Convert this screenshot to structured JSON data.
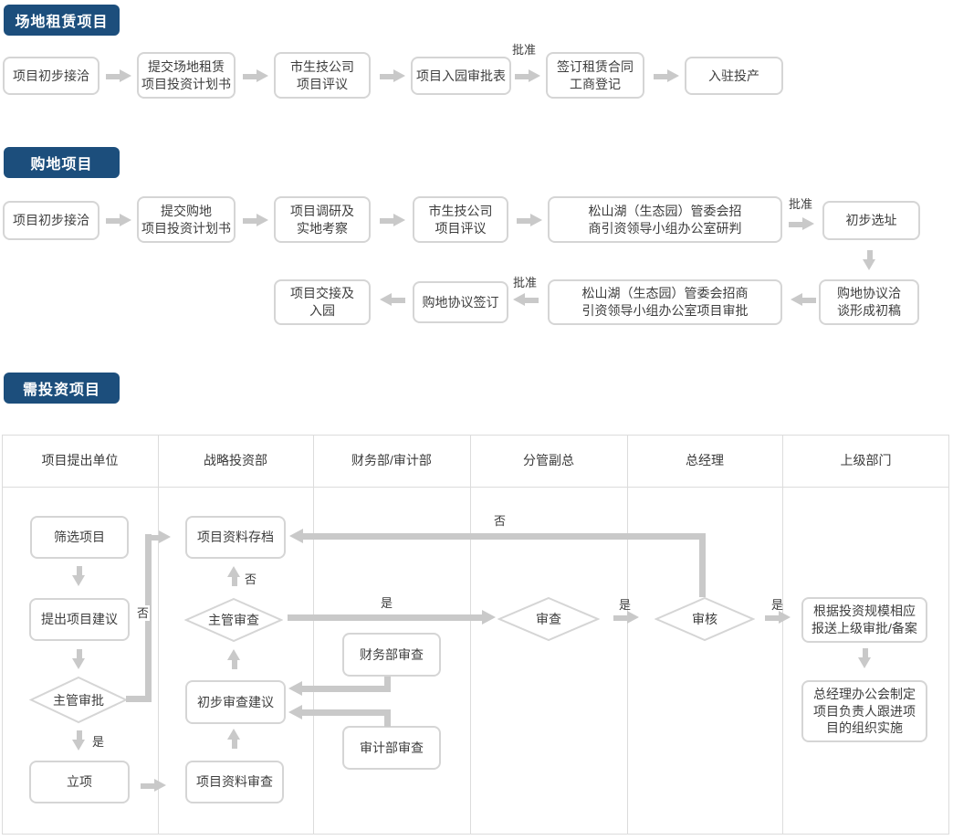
{
  "colors": {
    "accent": "#1c4e7c",
    "line": "#c9c9c9",
    "border": "#d5d5d5"
  },
  "rental": {
    "title": "场地租赁项目",
    "approve": "批准",
    "steps": [
      "项目初步接洽",
      "提交场地租赁\n项目投资计划书",
      "市生技公司\n项目评议",
      "项目入园审批表",
      "签订租赁合同\n工商登记",
      "入驻投产"
    ]
  },
  "purchase": {
    "title": "购地项目",
    "approve": "批准",
    "row1": [
      "项目初步接洽",
      "提交购地\n项目投资计划书",
      "项目调研及\n实地考察",
      "市生技公司\n项目评议",
      "松山湖（生态园）管委会招\n商引资领导小组办公室研判",
      "初步选址"
    ],
    "row2": [
      "项目交接及\n入园",
      "购地协议签订",
      "松山湖（生态园）管委会招商\n引资领导小组办公室项目审批",
      "购地协议洽\n谈形成初稿"
    ]
  },
  "investment": {
    "title": "需投资项目",
    "lanes": [
      "项目提出单位",
      "战略投资部",
      "财务部/审计部",
      "分管副总",
      "总经理",
      "上级部门"
    ],
    "yes": "是",
    "no": "否",
    "nodes": {
      "screen": "筛选项目",
      "propose": "提出项目建议",
      "supervisor_approve": "主管审批",
      "establish": "立项",
      "archive": "项目资料存档",
      "supervisor_review": "主管审查",
      "preliminary": "初步审查建议",
      "material_review": "项目资料审查",
      "finance_review": "财务部审查",
      "audit_review": "审计部审查",
      "vp_review": "审查",
      "gm_review": "审核",
      "report": "根据投资规模相应\n报送上级审批/备案",
      "implement": "总经理办公会制定\n项目负责人跟进项\n目的组织实施"
    }
  }
}
